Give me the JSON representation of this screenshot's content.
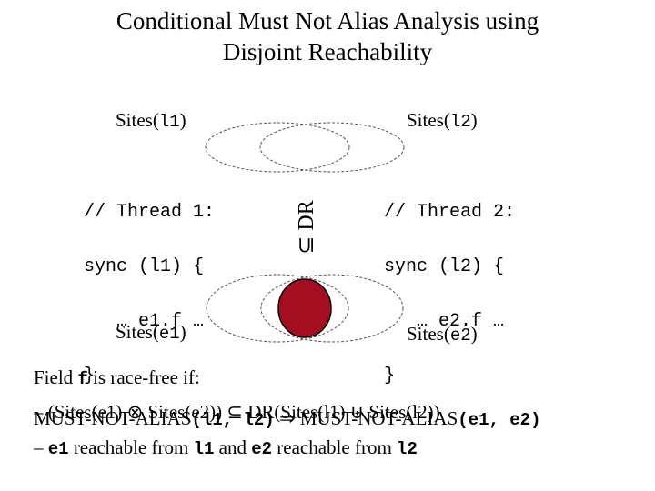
{
  "title_line1": "Conditional Must Not Alias Analysis using",
  "title_line2": "Disjoint Reachability",
  "labels": {
    "sites_l1_pre": "Sites(",
    "sites_l1_var": "l1",
    "sites_l1_post": ")",
    "sites_l2_pre": "Sites(",
    "sites_l2_var": "l2",
    "sites_l2_post": ")",
    "sites_e1_pre": "Sites(",
    "sites_e1_var": "e1",
    "sites_e1_post": ")",
    "sites_e2_pre": "Sites(",
    "sites_e2_var": "e2",
    "sites_e2_post": ")"
  },
  "thread1": {
    "line1": "// Thread 1:",
    "line2": "sync (l1) {",
    "line3": "   … e1.f …",
    "line4": "}"
  },
  "thread2": {
    "line1": "// Thread 2:",
    "line2": "sync (l2) {",
    "line3": "   … e2.f …",
    "line4": "}"
  },
  "dr_label": "⊆ DR",
  "field_line": {
    "pre": "Field ",
    "var": "f",
    "post": " is race-free if:"
  },
  "overlap_a": {
    "text": "– (Sites(e1) ⊗ Sites(e2)) ⊆ DR(Sites(l1) ⊎ Sites(l2))"
  },
  "overlap_b": {
    "pre": "MUST-NOT-ALIAS",
    "args": "(l1, l2)",
    "arrow": " ⇒ ",
    "pre2": "MUST-NOT-ALIAS",
    "args2": "(e1, e2)"
  },
  "reach_line": {
    "dash": "– ",
    "e1": "e1",
    "mid1": " reachable from ",
    "l1": "l1",
    "mid2": " and ",
    "e2": "e2",
    "mid3": " reachable from ",
    "l2": "l2"
  },
  "colors": {
    "dot_fill": "#a50d20"
  }
}
